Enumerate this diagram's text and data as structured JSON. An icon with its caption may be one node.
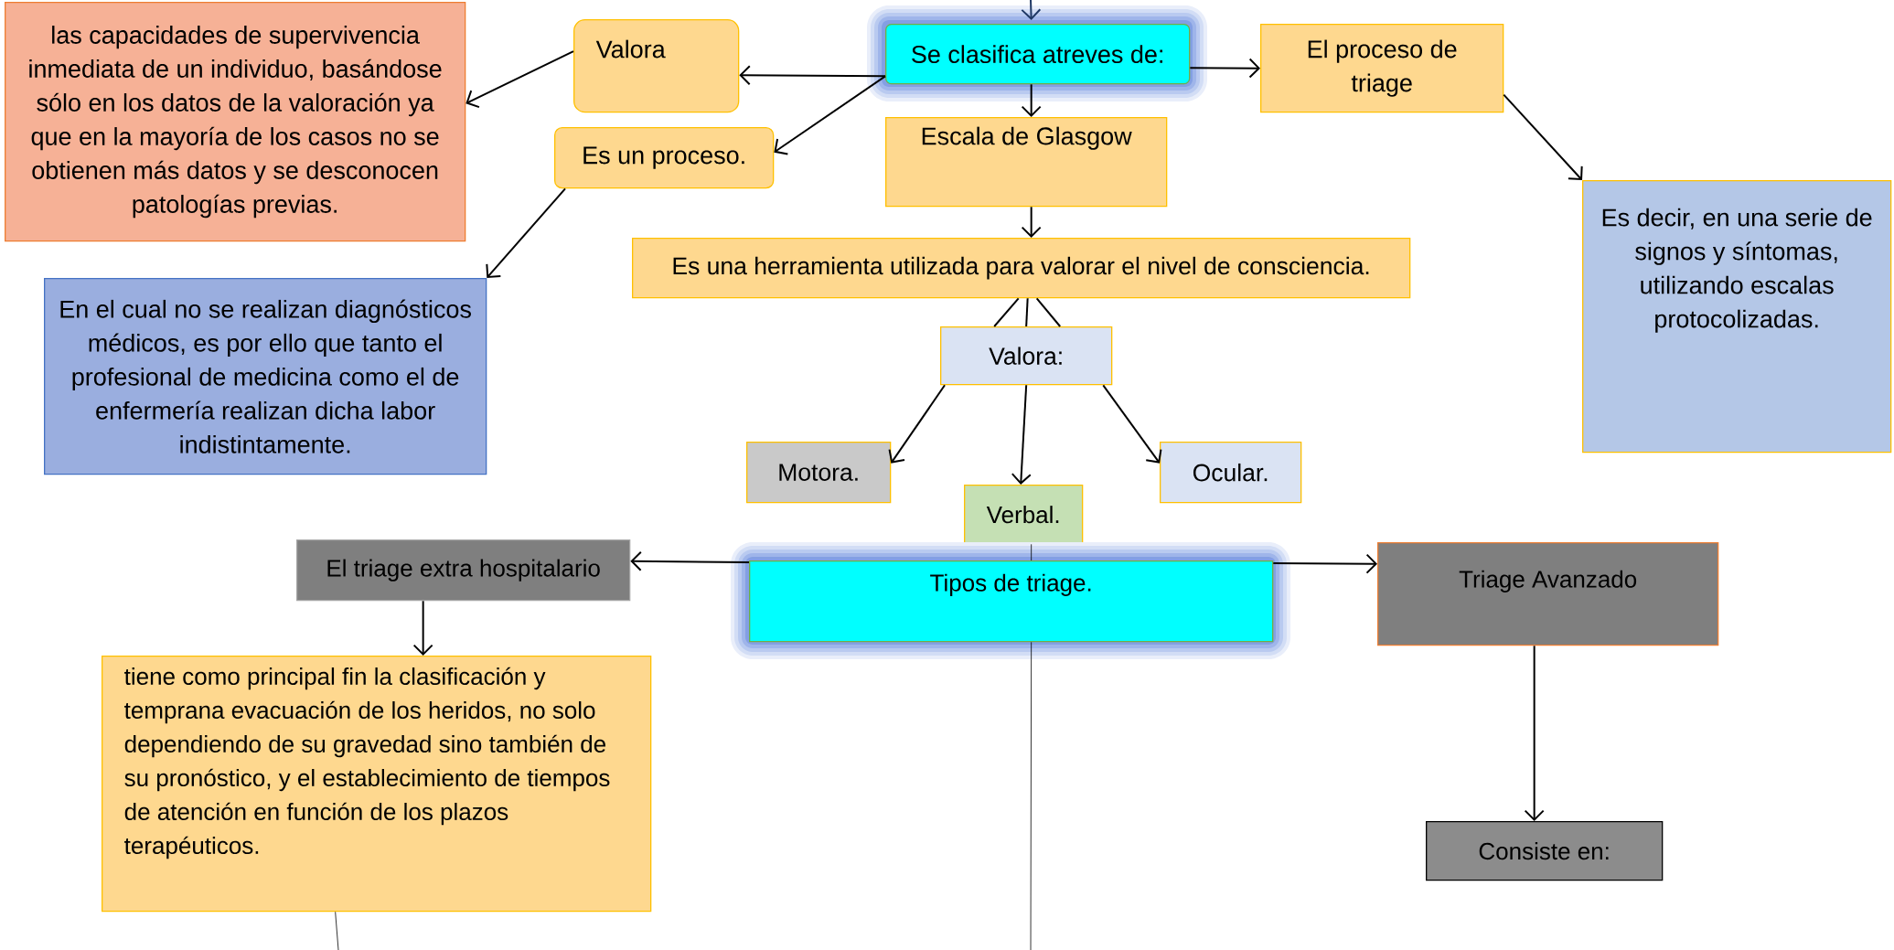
{
  "diagram": {
    "nodes": [
      {
        "text": [
          "las capacidades de supervivencia inmediata de un individuo, basándose sólo en los datos de la valoración ya que en la mayoría de los casos no se obtienen más datos y se desconocen patologías previas."
        ]
      },
      {
        "text": [
          "Valora"
        ]
      },
      {
        "text": [
          "Se clasifica atreves de:"
        ]
      },
      {
        "text": [
          "El proceso de triage"
        ]
      },
      {
        "text": [
          "Es un proceso."
        ]
      },
      {
        "text": [
          "Escala de Glasgow"
        ]
      },
      {
        "text": [
          "Es decir, en una serie de signos y síntomas, utilizando escalas protocolizadas."
        ]
      },
      {
        "text": [
          "En el cual no se realizan diagnósticos médicos, es por ello que tanto el profesional de medicina como el de enfermería realizan dicha labor indistintamente."
        ]
      },
      {
        "text": [
          "Es una herramienta utilizada para valorar el nivel de consciencia."
        ]
      },
      {
        "text": [
          "Valora:"
        ]
      },
      {
        "text": [
          "Motora."
        ]
      },
      {
        "text": [
          "Ocular."
        ]
      },
      {
        "text": [
          "Verbal."
        ]
      },
      {
        "text": [
          "El triage extra hospitalario"
        ]
      },
      {
        "text": [
          "Tipos de triage."
        ]
      },
      {
        "text": [
          "Triage Avanzado"
        ]
      },
      {
        "text": [
          "tiene como principal fin la clasificación y temprana evacuación de los heridos, no solo dependiendo de su gravedad sino también de su pronóstico, y el establecimiento de tiempos de atención en función de los plazos terapéuticos."
        ]
      },
      {
        "text": [
          "Consiste en:"
        ]
      }
    ],
    "edges": [
      {
        "from": null,
        "to": 2,
        "arrow": "to",
        "color": "#1f3864"
      },
      {
        "from": 2,
        "to": 1,
        "arrow": "to"
      },
      {
        "from": 2,
        "to": 4,
        "arrow": "to"
      },
      {
        "from": 2,
        "to": 3,
        "arrow": "to"
      },
      {
        "from": 2,
        "to": 5,
        "arrow": "to"
      },
      {
        "from": 1,
        "to": 0,
        "arrow": "to"
      },
      {
        "from": 4,
        "to": 7,
        "arrow": "to"
      },
      {
        "from": 3,
        "to": 6,
        "arrow": "to"
      },
      {
        "from": 5,
        "to": 8,
        "arrow": "to"
      },
      {
        "from": 8,
        "to": 9,
        "arrow": "none"
      },
      {
        "from": 8,
        "to": 9,
        "arrow": "none"
      },
      {
        "from": 8,
        "to": 9,
        "arrow": "none"
      },
      {
        "from": 9,
        "to": 10,
        "arrow": "to"
      },
      {
        "from": 9,
        "to": 12,
        "arrow": "to"
      },
      {
        "from": 9,
        "to": 11,
        "arrow": "to"
      },
      {
        "from": 12,
        "to": 14,
        "arrow": "none"
      },
      {
        "from": 14,
        "to": null,
        "arrow": "none"
      },
      {
        "from": 14,
        "to": 13,
        "arrow": "to"
      },
      {
        "from": 14,
        "to": 15,
        "arrow": "to"
      },
      {
        "from": 13,
        "to": 16,
        "arrow": "to"
      },
      {
        "from": 15,
        "to": 17,
        "arrow": "to"
      },
      {
        "from": 16,
        "to": null,
        "arrow": "none"
      }
    ]
  }
}
